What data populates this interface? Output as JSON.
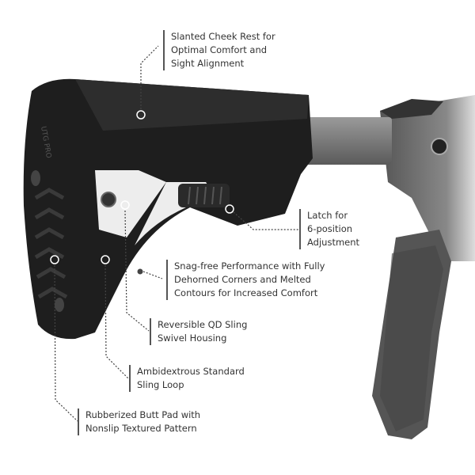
{
  "product": {
    "logo_text": "UTG PRO",
    "colors": {
      "stock": "#1e1e1e",
      "tube": "#8a8a8a",
      "receiver": "#6e6e6e",
      "text": "#333333"
    }
  },
  "callouts": [
    {
      "lines": [
        "Slanted Cheek Rest for",
        "Optimal Comfort and",
        "Sight Alignment"
      ]
    },
    {
      "lines": [
        "Latch for",
        "6-position",
        "Adjustment"
      ]
    },
    {
      "lines": [
        "Snag-free Performance with Fully",
        "Dehorned Corners and Melted",
        "Contours for Increased Comfort"
      ]
    },
    {
      "lines": [
        "Reversible QD Sling",
        "Swivel Housing"
      ]
    },
    {
      "lines": [
        "Ambidextrous Standard",
        "Sling Loop"
      ]
    },
    {
      "lines": [
        "Rubberized Butt Pad with",
        "Nonslip Textured Pattern"
      ]
    }
  ]
}
